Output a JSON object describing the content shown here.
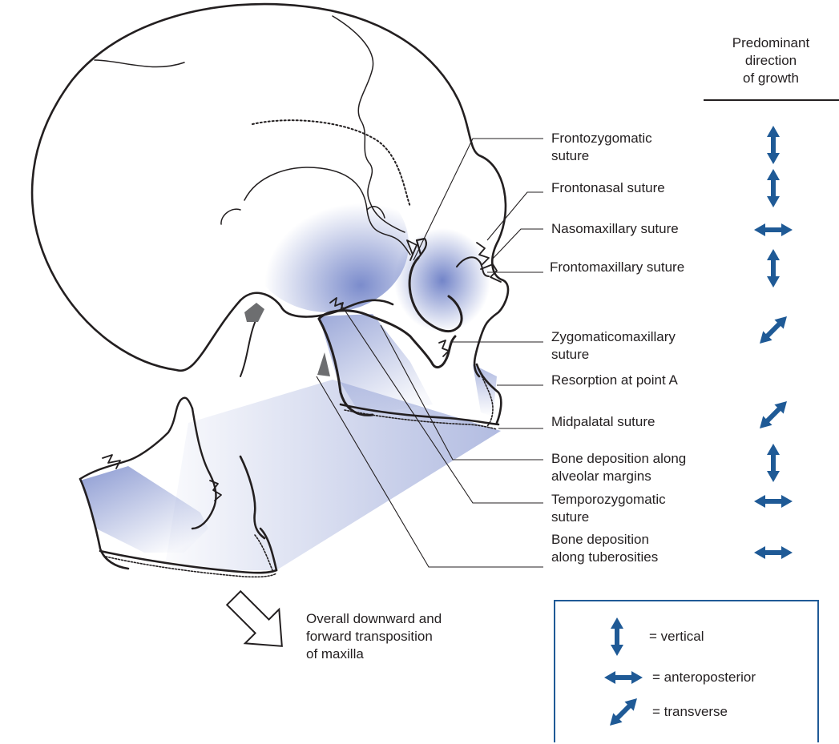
{
  "header": {
    "line1": "Predominant",
    "line2": "direction",
    "line3": "of growth"
  },
  "labels": [
    {
      "id": "frontozygomatic",
      "lines": [
        "Frontozygomatic",
        "suture"
      ],
      "direction": "vertical"
    },
    {
      "id": "frontonasal",
      "lines": [
        "Frontonasal suture"
      ],
      "direction": "vertical"
    },
    {
      "id": "nasomaxillary",
      "lines": [
        "Nasomaxillary suture"
      ],
      "direction": "anteroposterior"
    },
    {
      "id": "frontomaxillary",
      "lines": [
        "Frontomaxillary suture"
      ],
      "direction": "vertical"
    },
    {
      "id": "zygomaticomaxillary",
      "lines": [
        "Zygomaticomaxillary",
        "suture"
      ],
      "direction": "transverse"
    },
    {
      "id": "resorption",
      "lines": [
        "Resorption at point A"
      ],
      "direction": ""
    },
    {
      "id": "midpalatal",
      "lines": [
        "Midpalatal suture"
      ],
      "direction": "transverse"
    },
    {
      "id": "alveolar",
      "lines": [
        "Bone deposition along",
        "alveolar margins"
      ],
      "direction": "vertical"
    },
    {
      "id": "temporozygomatic",
      "lines": [
        "Temporozygomatic",
        "suture"
      ],
      "direction": "anteroposterior"
    },
    {
      "id": "tuberosities",
      "lines": [
        "Bone deposition",
        "along tuberosities"
      ],
      "direction": "anteroposterior"
    }
  ],
  "caption": {
    "line1": "Overall downward and",
    "line2": "forward transposition",
    "line3": "of maxilla"
  },
  "legend": {
    "vertical": "= vertical",
    "anteroposterior": "= anteroposterior",
    "transverse": "= transverse"
  },
  "colors": {
    "arrow": "#1f5a96",
    "shade": "#5a6fbf",
    "line": "#231f20"
  },
  "icons": {
    "vertical": "double-vertical-arrow-icon",
    "anteroposterior": "double-horizontal-arrow-icon",
    "transverse": "double-diagonal-arrow-icon",
    "transposition": "hollow-down-right-arrow-icon"
  }
}
